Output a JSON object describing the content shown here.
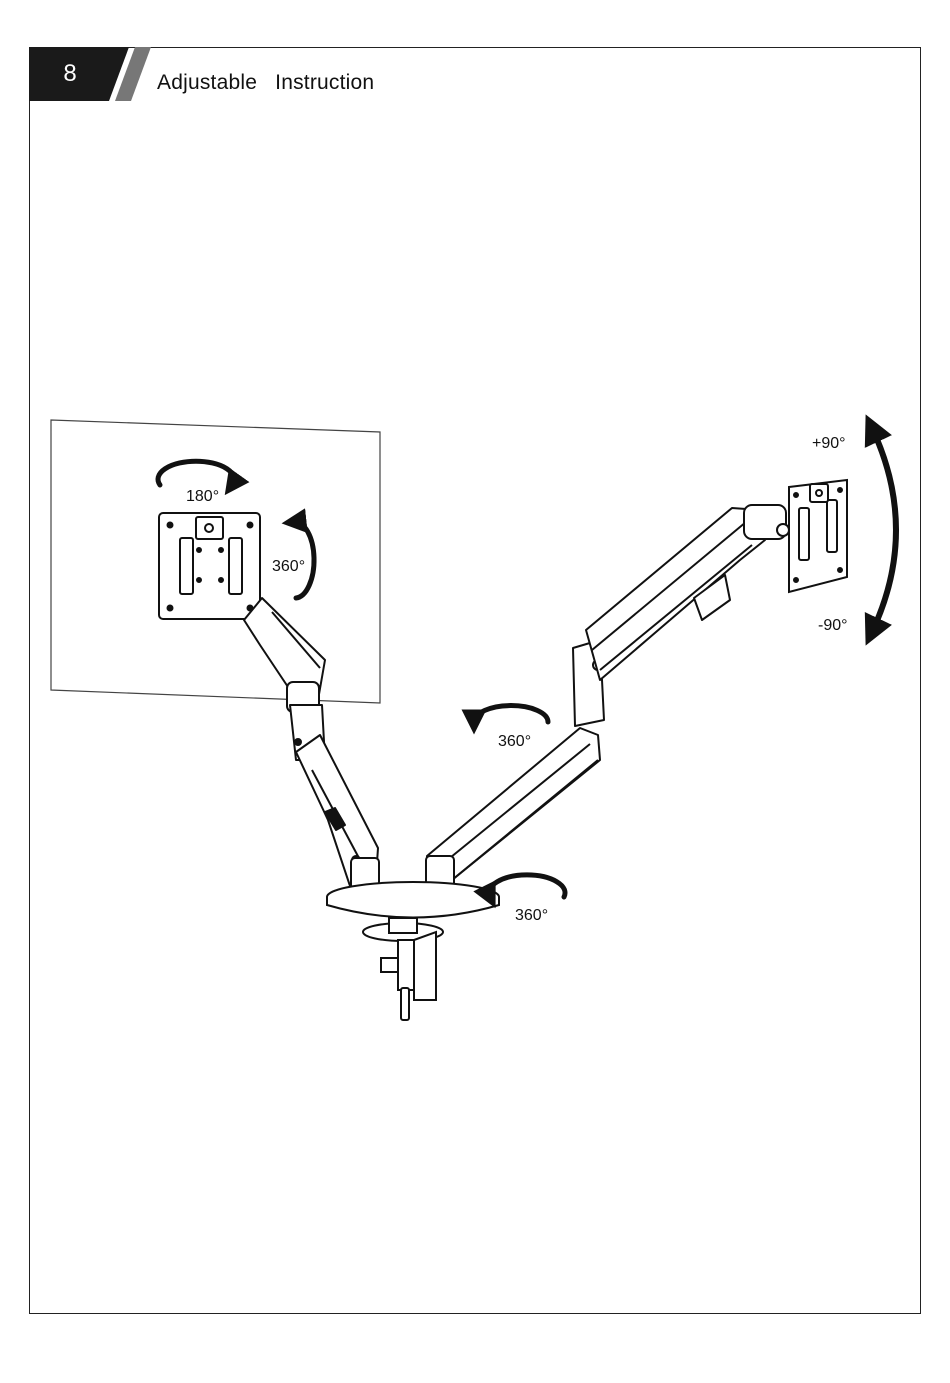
{
  "header": {
    "step_number": "8",
    "title": "Adjustable   Instruction"
  },
  "illustration": {
    "subject": "dual-monitor-gas-spring-arm",
    "labels": {
      "left_plate_rotation": "180°",
      "left_plate_swivel": "360°",
      "right_arm_elbow": "360°",
      "base_rotation": "360°",
      "tilt_up": "+90°",
      "tilt_down": "-90°"
    }
  },
  "colors": {
    "badge": "#1a1a1a",
    "badge_stripe": "#777777",
    "line": "#1a1a1a"
  }
}
